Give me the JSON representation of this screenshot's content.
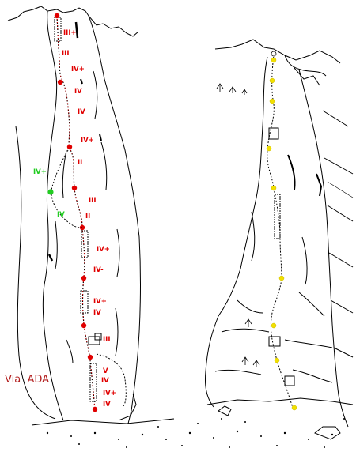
{
  "title": "Via  ADA",
  "colors": {
    "route_main": "#e00000",
    "route_variant": "#22cc22",
    "route_right": "#f2e000",
    "rock_line": "#000000",
    "title_color": "#b32020"
  },
  "route_main": {
    "grades": [
      "III+",
      "III",
      "IV+",
      "IV",
      "IV",
      "IV+",
      "II",
      "III",
      "II",
      "IV+",
      "IV-",
      "IV+",
      "IV",
      "III",
      "V",
      "IV",
      "IV+",
      "IV"
    ]
  },
  "route_variant": {
    "grades": [
      "IV+",
      "IV"
    ]
  }
}
